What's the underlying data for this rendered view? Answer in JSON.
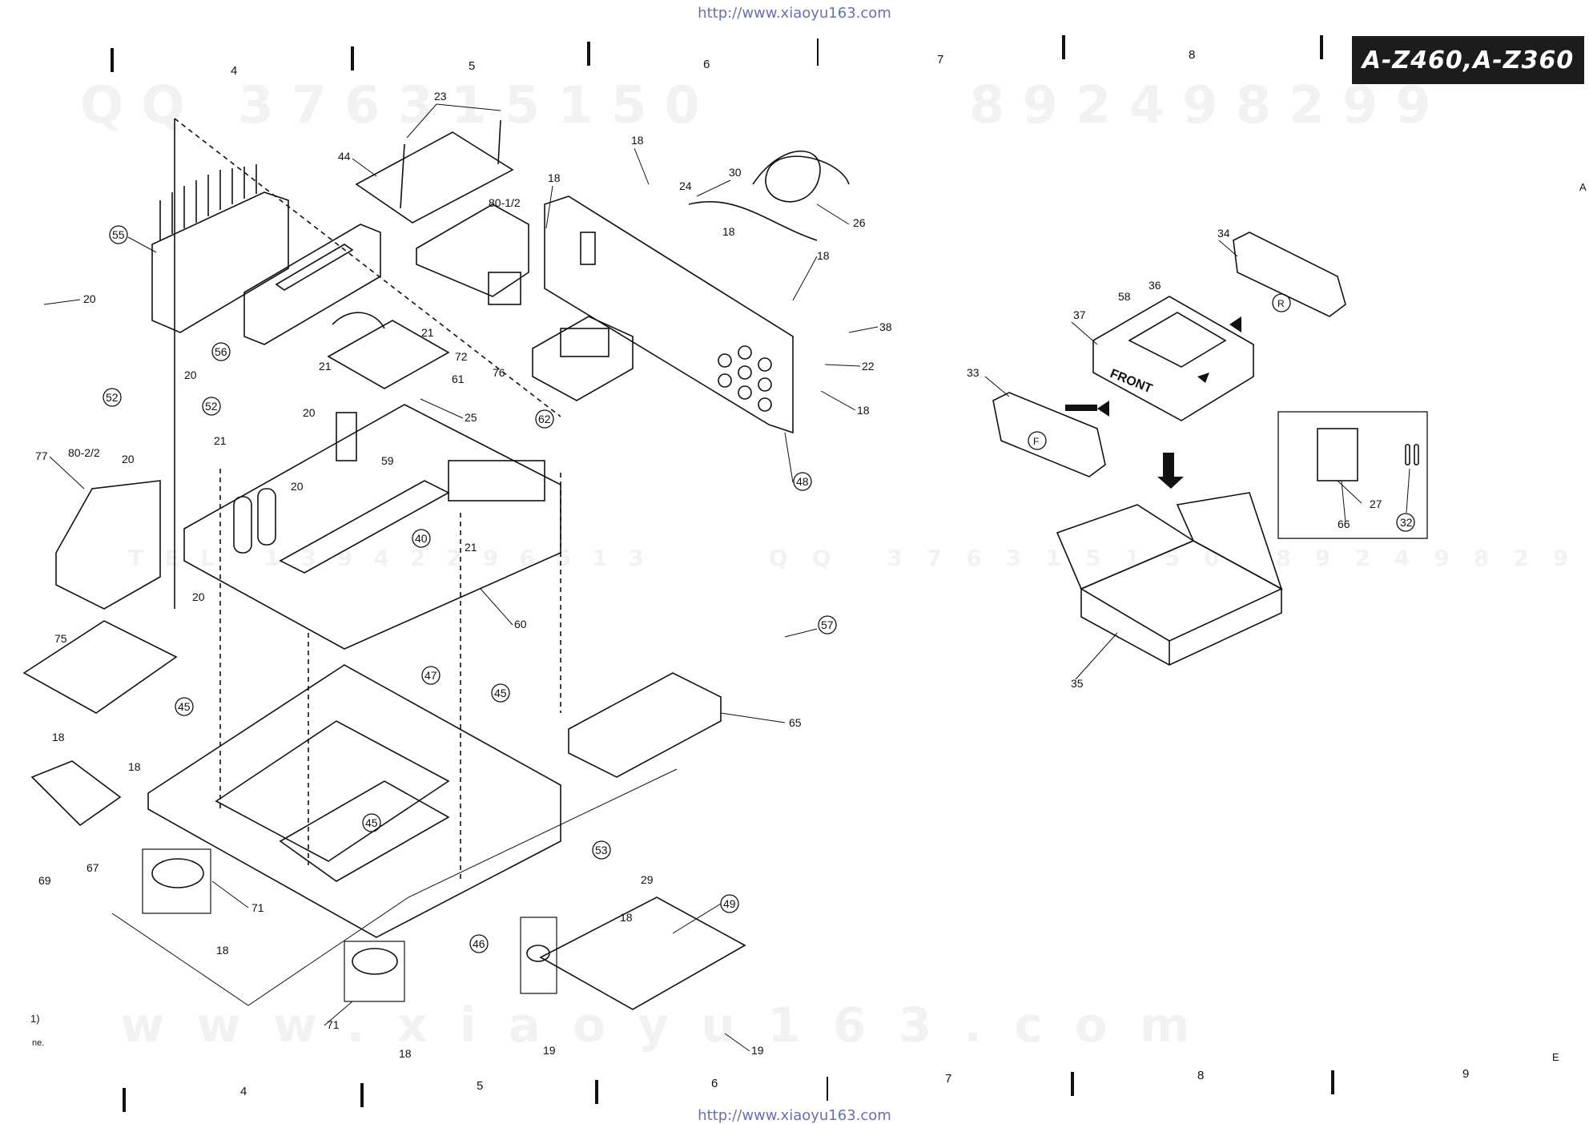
{
  "header": {
    "url": "http://www.xiaoyu163.com",
    "model": "A-Z460,A-Z360"
  },
  "footer": {
    "url": "http://www.xiaoyu163.com"
  },
  "zones_top": [
    "4",
    "5",
    "6",
    "7",
    "8"
  ],
  "zones_bottom": [
    "4",
    "5",
    "6",
    "7",
    "8",
    "9"
  ],
  "edge_marks": {
    "right_a": "A",
    "right_e": "E",
    "left_1": "1)",
    "left_2": "ne."
  },
  "watermarks": {
    "top_left": "QQ 376315150",
    "top_right": "892498299",
    "mid_right": "QQ 376315150 892498299",
    "mid_left": "TEL 13942296513",
    "bottom": "www.xiaoyu163.com"
  },
  "packing": {
    "front_label": "FRONT",
    "f_mark": "F",
    "r_mark": "R"
  },
  "callouts": {
    "c23": "23",
    "c44": "44",
    "c18a": "18",
    "c18b": "18",
    "c30": "30",
    "c24": "24",
    "c26": "26",
    "c801": "80-1/2",
    "c18c": "18",
    "c18d": "18",
    "c55": "55",
    "c20a": "20",
    "c21a": "21",
    "c21b": "21",
    "c72": "72",
    "c76": "76",
    "c38": "38",
    "c22": "22",
    "c18e": "18",
    "c56": "56",
    "c61": "61",
    "c25": "25",
    "c62": "62",
    "c48": "48",
    "c52a": "52",
    "c20b": "20",
    "c52b": "52",
    "c20c": "20",
    "c20d": "20",
    "c59": "59",
    "c77": "77",
    "c802": "80-2/2",
    "c20e": "20",
    "c21c": "21",
    "c40": "40",
    "c21d": "21",
    "c60": "60",
    "c20f": "20",
    "c75": "75",
    "c57": "57",
    "c47": "47",
    "c45a": "45",
    "c45b": "45",
    "c65": "65",
    "c18f": "18",
    "c18g": "18",
    "c45c": "45",
    "c53": "53",
    "c29": "29",
    "c67": "67",
    "c69": "69",
    "c71a": "71",
    "c18h": "18",
    "c49": "49",
    "c18i": "18",
    "c46": "46",
    "c71b": "71",
    "c18j": "18",
    "c19a": "19",
    "c19b": "19",
    "c34": "34",
    "c58": "58",
    "c36": "36",
    "c37": "37",
    "c33": "33",
    "c27": "27",
    "c66": "66",
    "c32": "32",
    "c35": "35"
  }
}
